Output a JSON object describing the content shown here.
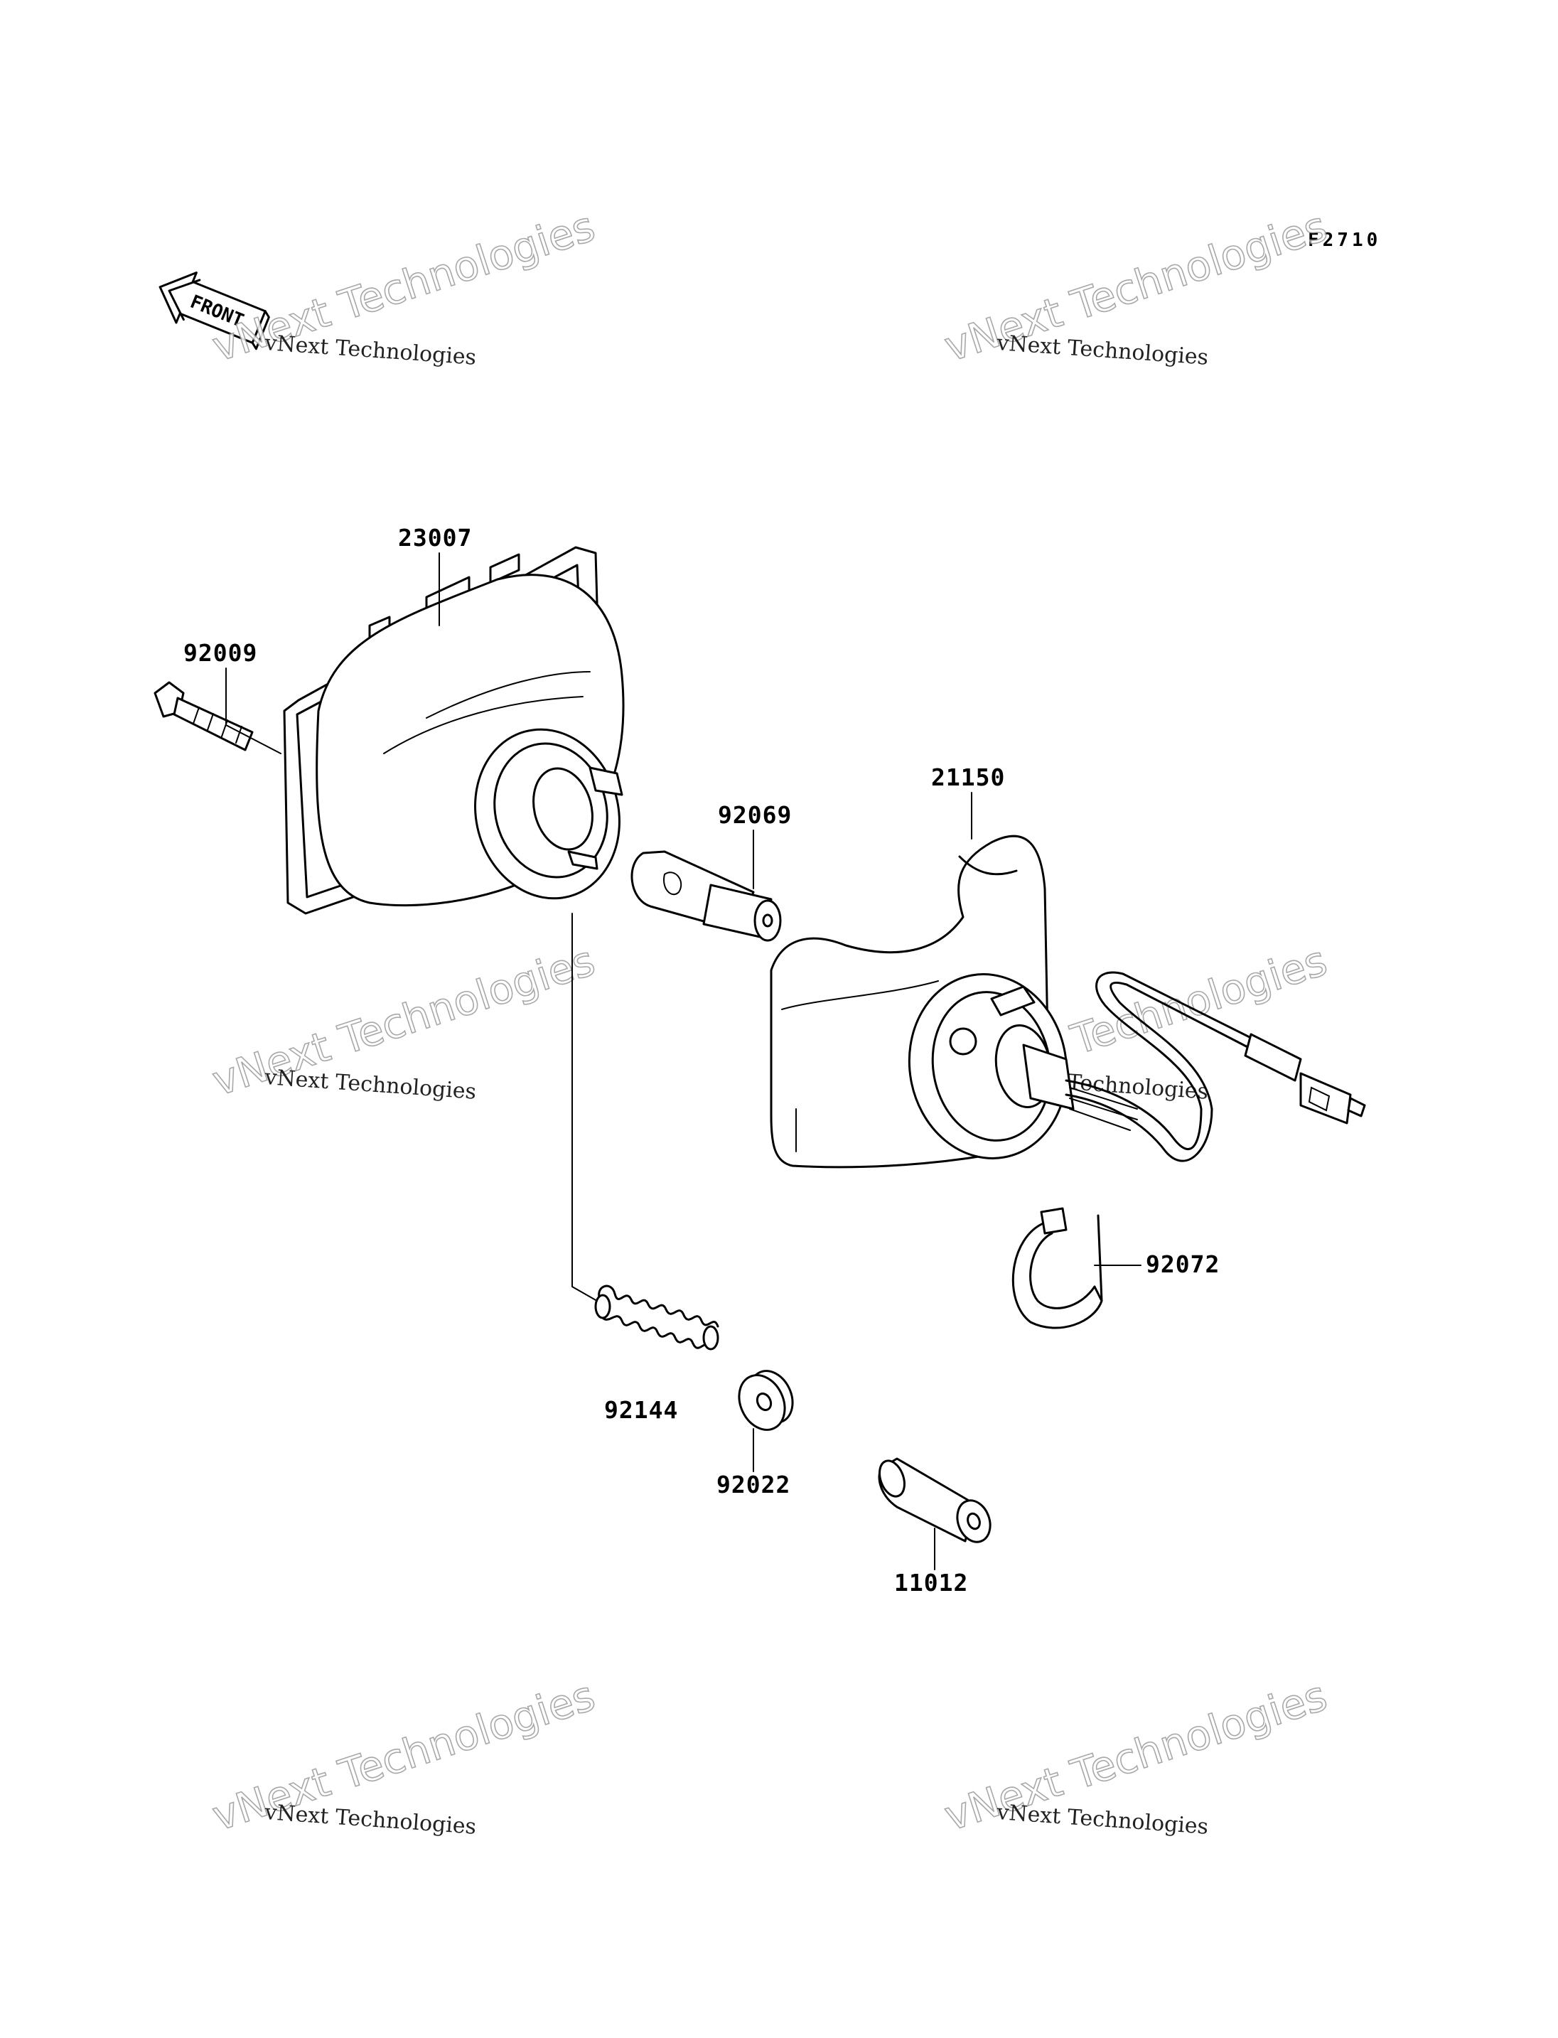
{
  "figure": {
    "code": "F2710"
  },
  "front_marker": {
    "text": "FRONT",
    "icon": "arrow-left-icon"
  },
  "watermark": {
    "large": "vNext Technologies",
    "small": "vNext Technologies"
  },
  "parts": [
    {
      "id": "23007"
    },
    {
      "id": "92009"
    },
    {
      "id": "92069"
    },
    {
      "id": "21150"
    },
    {
      "id": "92072"
    },
    {
      "id": "92144"
    },
    {
      "id": "92022"
    },
    {
      "id": "11012"
    }
  ]
}
